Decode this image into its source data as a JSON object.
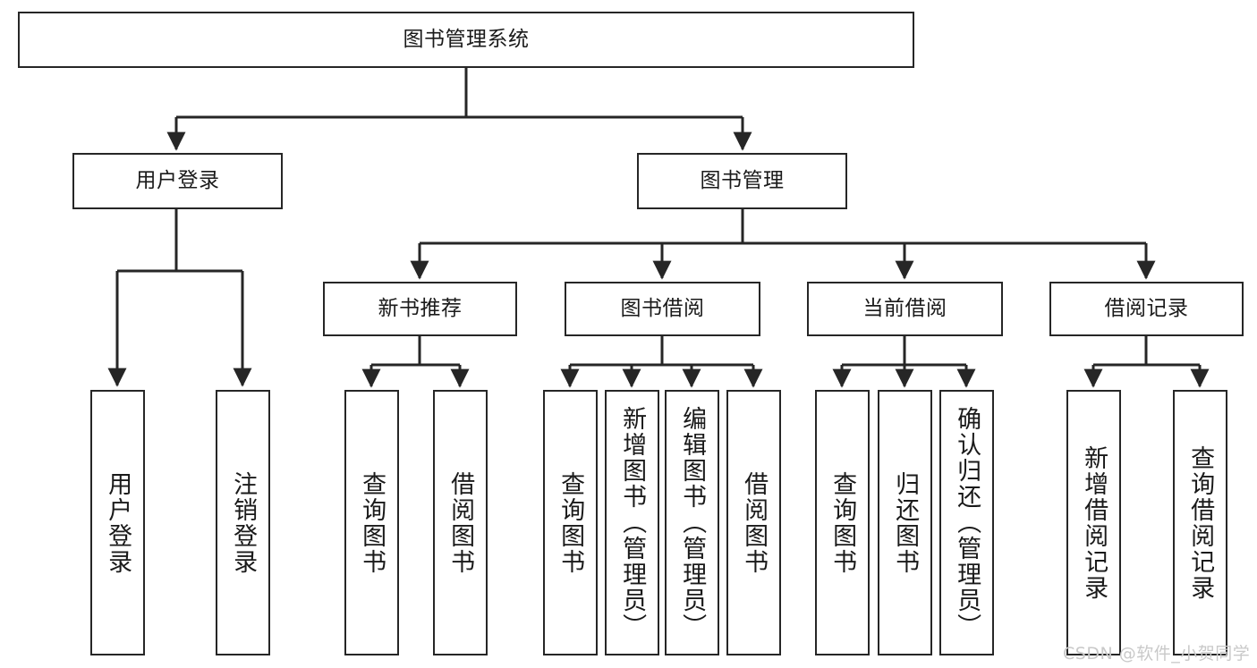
{
  "diagram": {
    "title": "图书管理系统",
    "type": "tree-hierarchy",
    "background_color": "#ffffff",
    "line_color": "#262626",
    "text_color": "#1a1a1a",
    "levels": {
      "root": {
        "label": "图书管理系统"
      },
      "level2": [
        {
          "label": "用户登录"
        },
        {
          "label": "图书管理"
        }
      ],
      "level3": [
        {
          "label": "新书推荐"
        },
        {
          "label": "图书借阅"
        },
        {
          "label": "当前借阅"
        },
        {
          "label": "借阅记录"
        }
      ],
      "leaves": {
        "user_login": [
          {
            "label": "用户登录"
          },
          {
            "label": "注销登录"
          }
        ],
        "new_book_recommend": [
          {
            "label": "查询图书"
          },
          {
            "label": "借阅图书"
          }
        ],
        "book_borrow": [
          {
            "label": "查询图书"
          },
          {
            "label": "新增图书（管理员）"
          },
          {
            "label": "编辑图书（管理员）"
          },
          {
            "label": "借阅图书"
          }
        ],
        "current_borrow": [
          {
            "label": "查询图书"
          },
          {
            "label": "归还图书"
          },
          {
            "label": "确认归还（管理员）"
          }
        ],
        "borrow_record": [
          {
            "label": "新增借阅记录"
          },
          {
            "label": "查询借阅记录"
          }
        ]
      }
    },
    "watermark": "CSDN @软件_小贺同学"
  }
}
